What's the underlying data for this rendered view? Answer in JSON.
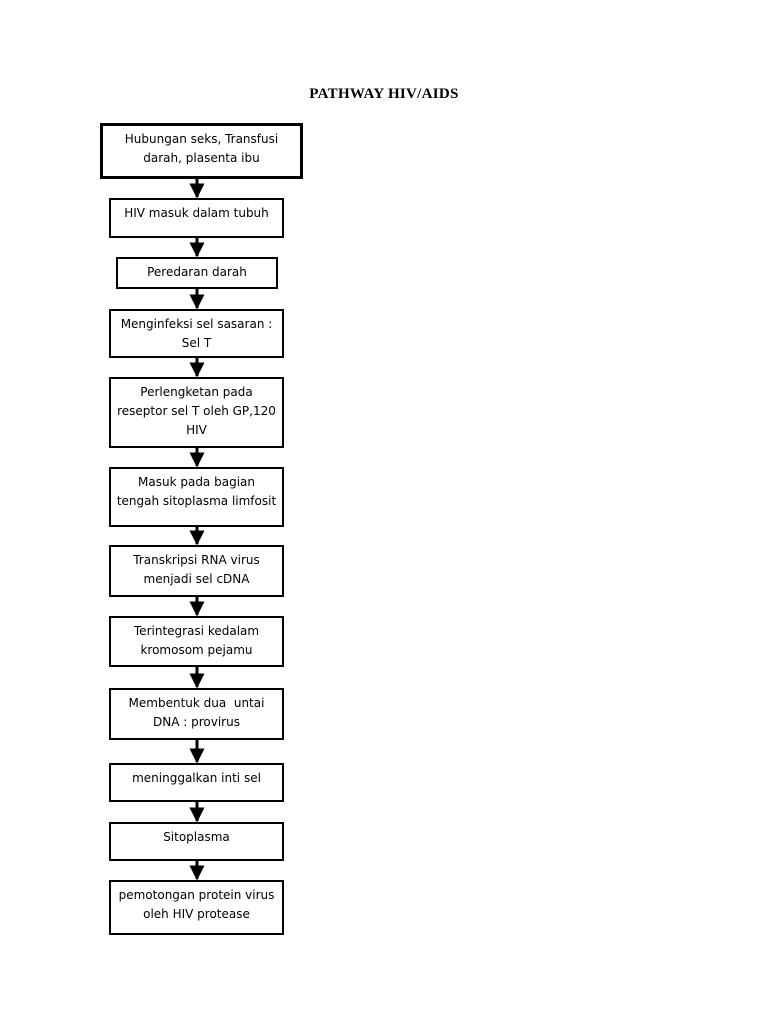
{
  "title": "PATHWAY HIV/AIDS",
  "steps": [
    {
      "lines": [
        "Hubungan seks, Transfusi",
        "darah, plasenta ibu"
      ]
    },
    {
      "lines": [
        "HIV masuk dalam tubuh"
      ]
    },
    {
      "lines": [
        "Peredaran darah"
      ]
    },
    {
      "lines": [
        "Menginfeksi sel sasaran :",
        "Sel T"
      ]
    },
    {
      "lines": [
        "Perlengketan pada",
        "reseptor sel T oleh GP,120",
        "HIV"
      ]
    },
    {
      "lines": [
        "Masuk pada bagian",
        "tengah sitoplasma limfosit"
      ]
    },
    {
      "lines": [
        "Transkripsi RNA virus",
        "menjadi sel cDNA"
      ]
    },
    {
      "lines": [
        "Terintegrasi kedalam",
        "kromosom pejamu"
      ]
    },
    {
      "lines": [
        "Membentuk dua  untai",
        "DNA : provirus"
      ]
    },
    {
      "lines": [
        "meninggalkan inti sel"
      ]
    },
    {
      "lines": [
        "Sitoplasma"
      ]
    },
    {
      "lines": [
        "pemotongan protein virus",
        "oleh HIV protease"
      ]
    }
  ]
}
